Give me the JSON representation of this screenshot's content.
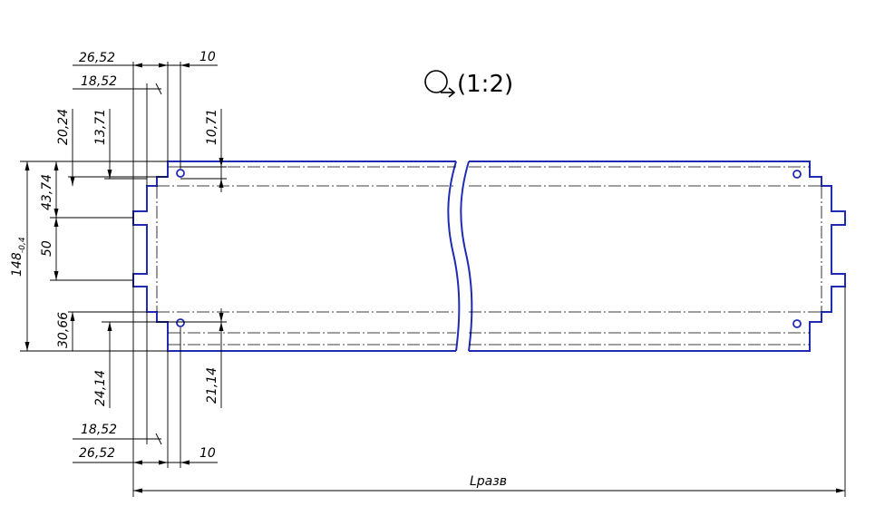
{
  "view": {
    "scale_label": "(1:2)",
    "unfold_symbol": "unfold-view-icon"
  },
  "dimensions": {
    "top_26_52": "26,52",
    "top_10": "10",
    "top_18_52": "18,52",
    "v_20_24": "20,24",
    "v_13_71": "13,71",
    "v_10_71": "10,71",
    "v_43_74": "43,74",
    "v_148": "148",
    "v_148_tol": "-0,4",
    "v_50": "50",
    "v_30_66": "30,66",
    "v_24_14": "24,14",
    "v_21_14": "21,14",
    "bot_18_52": "18,52",
    "bot_26_52": "26,52",
    "bot_10": "10",
    "length": "Lразв"
  },
  "colors": {
    "outline": "#1f2bb3",
    "dimension": "#000000"
  }
}
